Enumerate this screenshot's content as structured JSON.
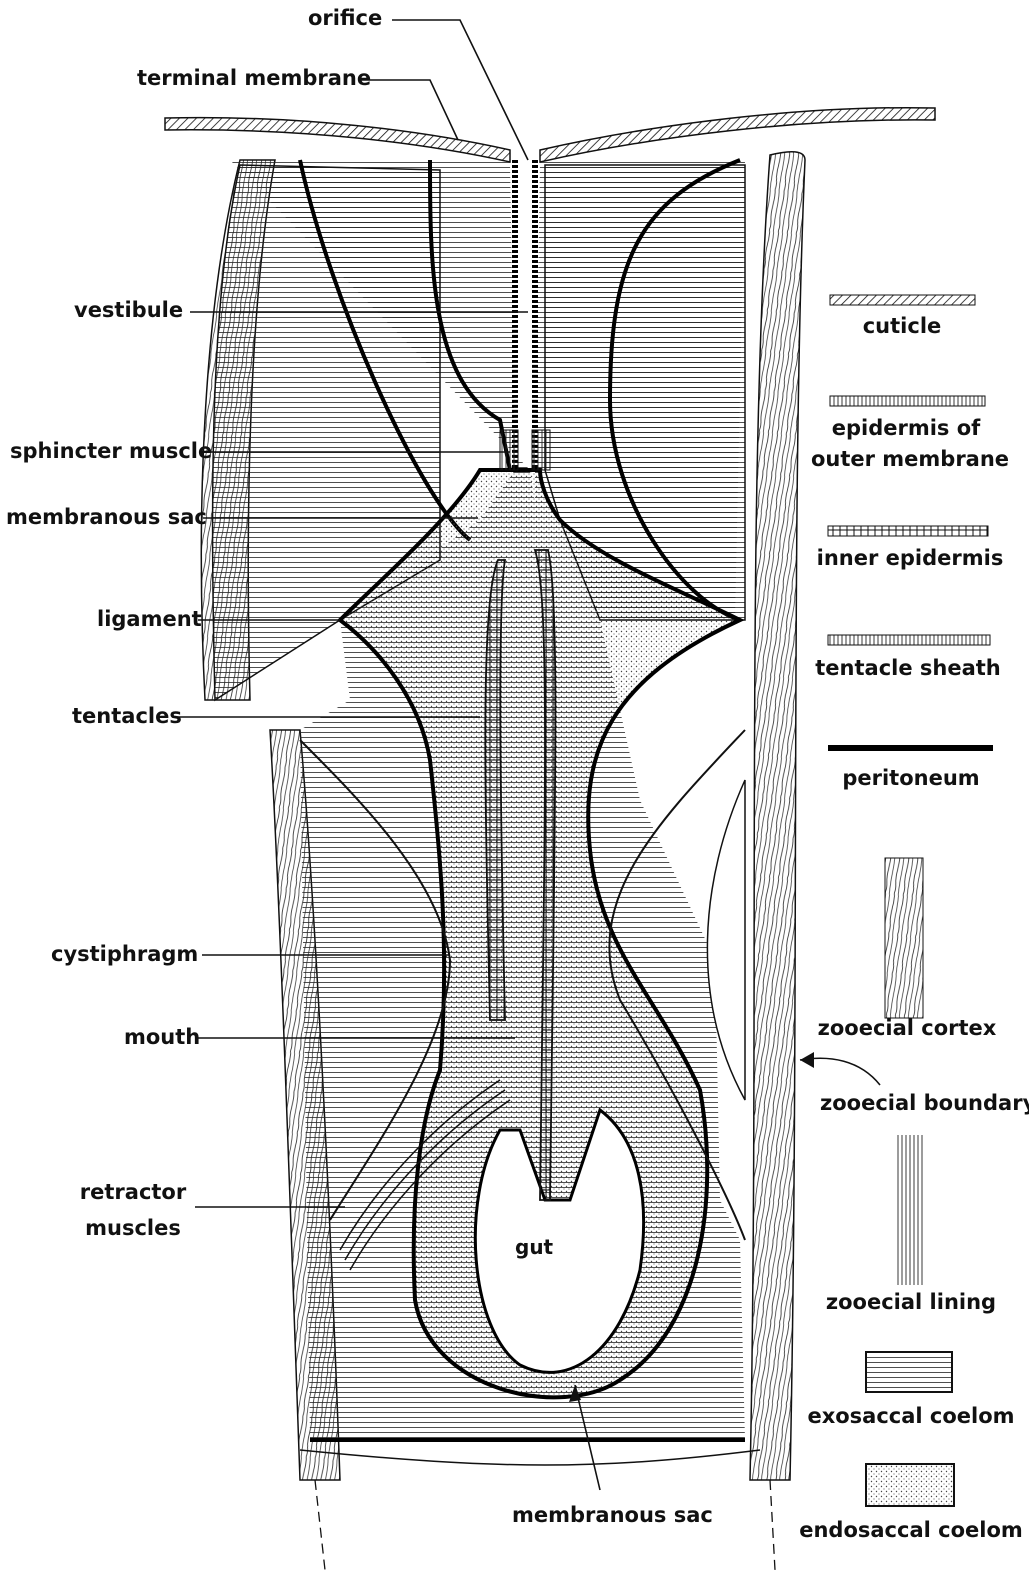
{
  "labels": {
    "orifice": "orifice",
    "terminal_membrane": "terminal membrane",
    "vestibule": "vestibule",
    "sphincter_muscle": "sphincter muscle",
    "membranous_sac_upper": "membranous sac",
    "ligament": "ligament",
    "tentacles": "tentacles",
    "cystiphragm": "cystiphragm",
    "mouth": "mouth",
    "retractor_muscles_line1": "retractor",
    "retractor_muscles_line2": "muscles",
    "gut": "gut",
    "membranous_sac_lower": "membranous sac",
    "zooecial_boundary": "zooecial boundary"
  },
  "legend": {
    "cuticle": "cuticle",
    "epidermis_outer_line1": "epidermis of",
    "epidermis_outer_line2": "outer membrane",
    "inner_epidermis": "inner epidermis",
    "tentacle_sheath": "tentacle sheath",
    "peritoneum": "peritoneum",
    "zooecial_cortex": "zooecial cortex",
    "zooecial_lining": "zooecial lining",
    "exosaccal_coelom": "exosaccal coelom",
    "endosaccal_coelom": "endosaccal coelom"
  }
}
